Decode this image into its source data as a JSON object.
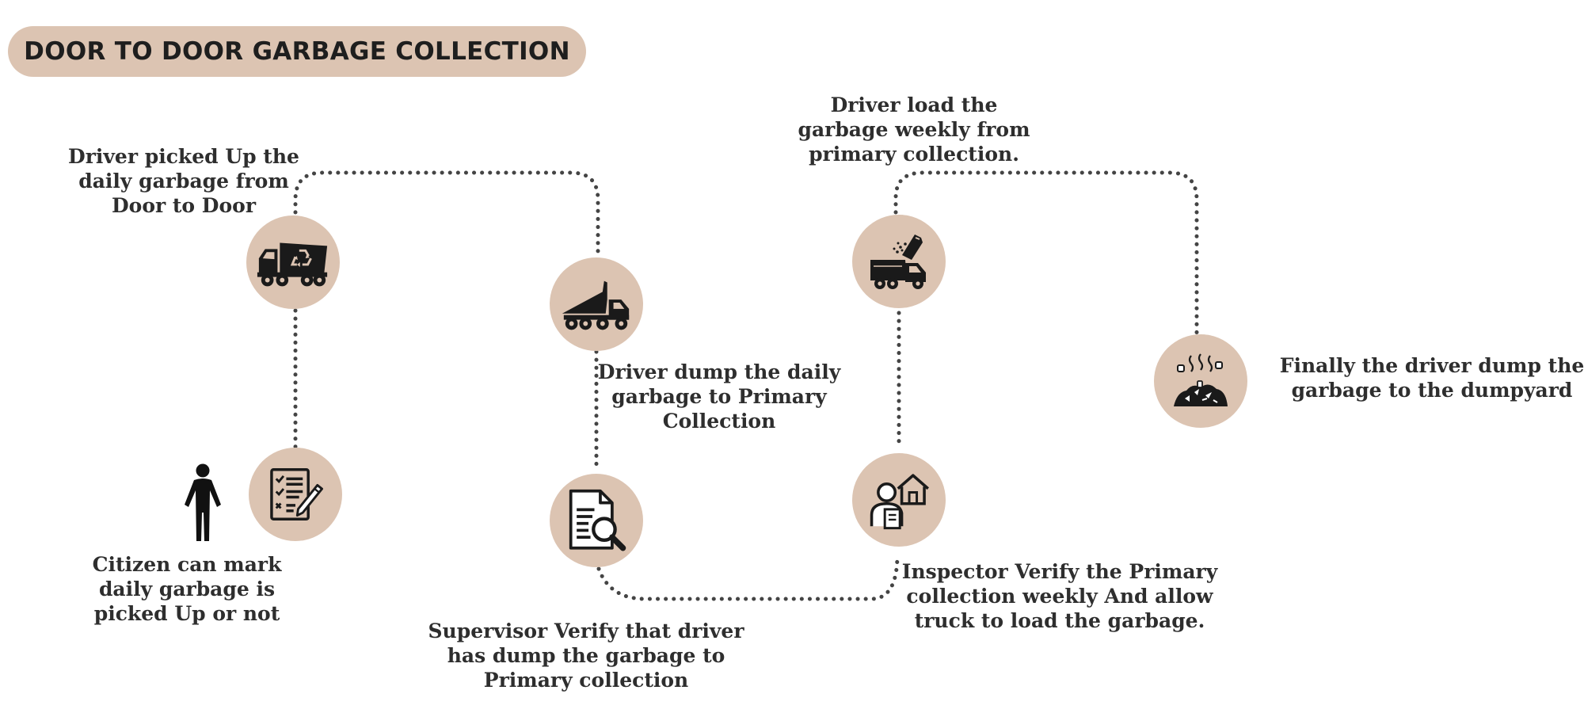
{
  "title": "DOOR TO DOOR GARBAGE COLLECTION",
  "colors": {
    "node_fill": "#dcc4b2",
    "title_fill": "#dcc4b2",
    "connector": "#444444",
    "icon": "#1a1a1a"
  },
  "steps": [
    {
      "id": "citizen-mark",
      "icon": "checklist-icon",
      "label_lines": [
        "Citizen can mark",
        "daily garbage is",
        "picked Up or not"
      ]
    },
    {
      "id": "driver-pickup",
      "icon": "recycling-truck-icon",
      "label_lines": [
        "Driver picked Up the",
        "daily garbage from",
        "Door to Door"
      ]
    },
    {
      "id": "driver-dump-primary",
      "icon": "dump-truck-icon",
      "label_lines": [
        "Driver dump the daily",
        "garbage to Primary",
        "Collection"
      ]
    },
    {
      "id": "supervisor-verify",
      "icon": "document-search-icon",
      "label_lines": [
        "Supervisor Verify that driver",
        "has dump the garbage to",
        "Primary collection"
      ]
    },
    {
      "id": "inspector-verify",
      "icon": "inspector-house-icon",
      "label_lines": [
        "Inspector Verify the Primary",
        "collection weekly And allow",
        "truck to load the garbage."
      ]
    },
    {
      "id": "driver-load-weekly",
      "icon": "loading-truck-icon",
      "label_lines": [
        "Driver load the",
        "garbage weekly from",
        "primary collection."
      ]
    },
    {
      "id": "dumpyard",
      "icon": "garbage-pile-icon",
      "label_lines": [
        "Finally the driver dump the",
        "garbage to the dumpyard"
      ]
    }
  ],
  "citizen_figure_icon": "person-icon"
}
